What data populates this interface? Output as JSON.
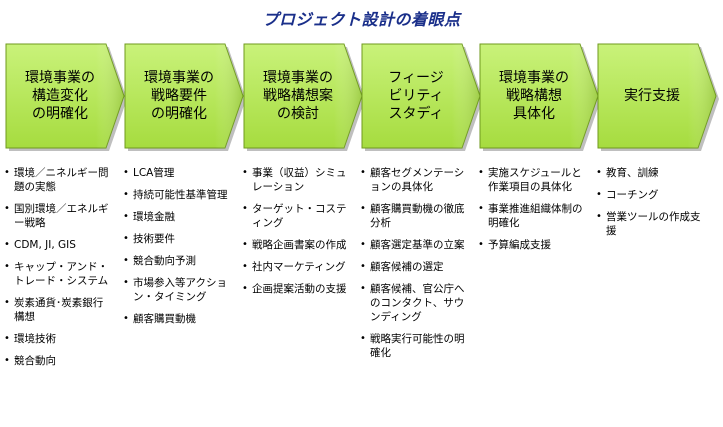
{
  "title": "プロジェクト設計の着眼点",
  "colors": {
    "chevron_fill_top": "#c9f27a",
    "chevron_fill_bottom": "#a6dc3f",
    "chevron_stroke": "#6f9a1e",
    "title": "#1a2f8a"
  },
  "stages": [
    {
      "lines": [
        "環境事業の",
        "構造変化",
        "の明確化"
      ],
      "items": [
        "環境／ニネルギー問題の実態",
        "国別環境／エネルギー戦略",
        "CDM, JI, GIS",
        "キャップ・アンド・トレード・システム",
        "炭素通貨･炭素銀行構想",
        "環境技術",
        "競合動向"
      ]
    },
    {
      "lines": [
        "環境事業の",
        "戦略要件",
        "の明確化"
      ],
      "items": [
        "LCA管理",
        "持続可能性基準管理",
        "環境金融",
        "技術要件",
        "競合動向予測",
        "市場参入等アクション・タイミング",
        "顧客購買動機"
      ]
    },
    {
      "lines": [
        "環境事業の",
        "戦略構想案",
        "の検討"
      ],
      "items": [
        "事業（収益）シミュレーション",
        "ターゲット・コスティング",
        "戦略企画書案の作成",
        "社内マーケティング",
        "企画提案活動の支援"
      ]
    },
    {
      "lines": [
        "フィージ",
        "ビリティ",
        "スタディ"
      ],
      "items": [
        "顧客セグメンテーションの具体化",
        "顧客購買動機の徹底分析",
        "顧客選定基準の立案",
        "顧客候補の選定",
        "顧客候補、官公庁へのコンタクト、サウンディング",
        "戦略実行可能性の明確化"
      ]
    },
    {
      "lines": [
        "環境事業の",
        "戦略構想",
        "具体化"
      ],
      "items": [
        "実施スケジュールと作業項目の具体化",
        "事業推進組織体制の明確化",
        "予算編成支援"
      ]
    },
    {
      "lines": [
        "実行支援"
      ],
      "items": [
        "教育、訓練",
        "コーチング",
        "営業ツールの作成支援"
      ]
    }
  ]
}
